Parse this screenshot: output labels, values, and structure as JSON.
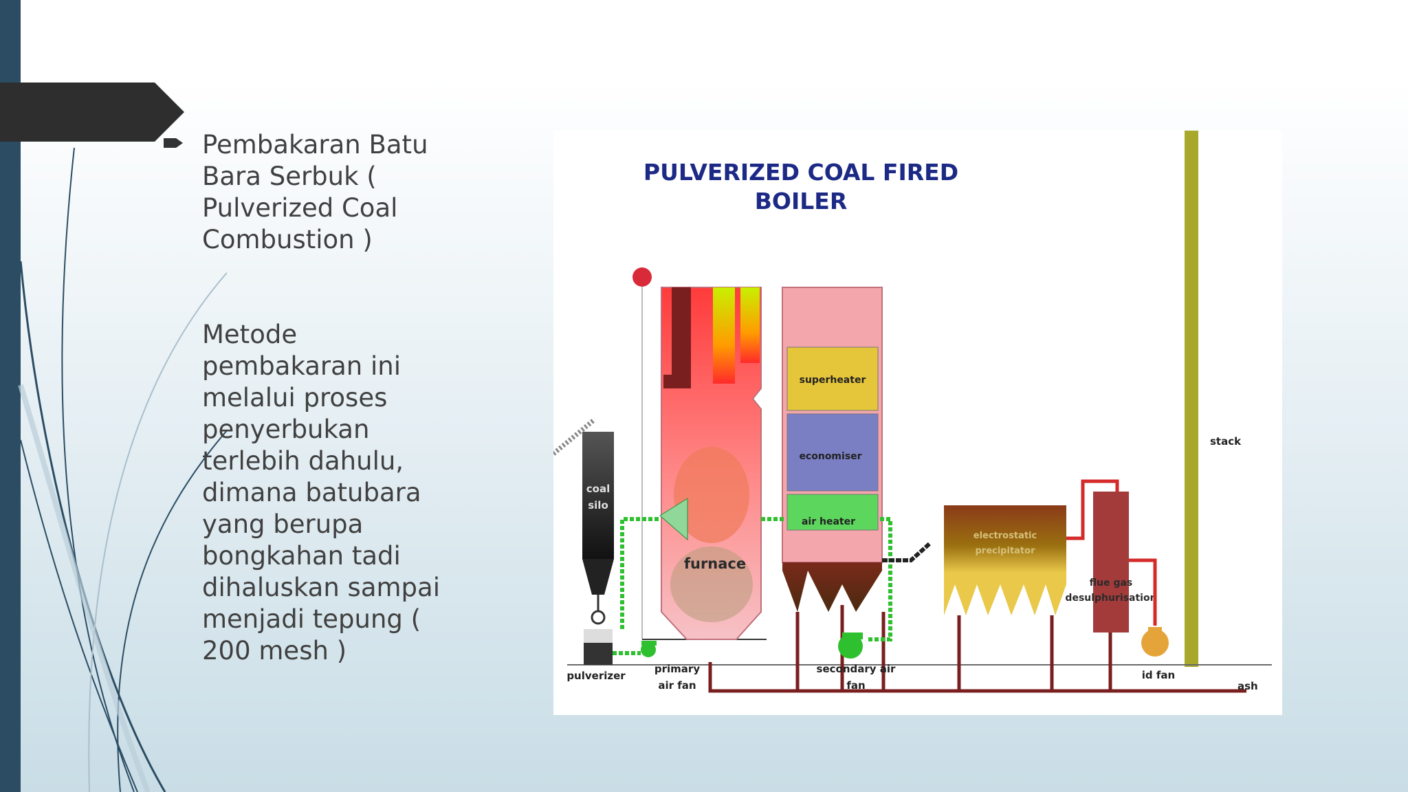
{
  "slide": {
    "bullet_lines": [
      "Pembakaran Batu",
      "Bara Serbuk (",
      "Pulverized Coal",
      "Combustion )"
    ],
    "paragraph_lines": [
      "Metode",
      "pembakaran ini",
      "melalui proses",
      "penyerbukan",
      "terlebih dahulu,",
      "dimana batubara",
      "yang berupa",
      "bongkahan tadi",
      "dihaluskan sampai",
      "menjadi tepung (",
      "200 mesh )"
    ]
  },
  "diagram": {
    "title_line1": "PULVERIZED  COAL  FIRED",
    "title_line2": "BOILER",
    "labels": {
      "coal_silo_1": "coal",
      "coal_silo_2": "silo",
      "furnace": "furnace",
      "superheater": "superheater",
      "economiser": "economiser",
      "air_heater": "air heater",
      "esp_1": "electrostatic",
      "esp_2": "precipitator",
      "fgd_1": "flue gas",
      "fgd_2": "desulphurisation",
      "stack": "stack",
      "pulverizer": "pulverizer",
      "primary_fan_1": "primary",
      "primary_fan_2": "air fan",
      "secondary_fan_1": "secondary air",
      "secondary_fan_2": "fan",
      "id_fan": "id fan",
      "ash": "ash"
    }
  },
  "colors": {
    "sidebar": "#2b4c63",
    "title_text": "#1c2a86",
    "furnace_fill": "#f4a6ad",
    "superheater": "#e5c53a",
    "economiser": "#7a7fc4",
    "air_heater": "#5cd65c",
    "stack": "#a8a82a",
    "pipe": "#7a1f1f",
    "air_duct": "#2ec02e"
  }
}
